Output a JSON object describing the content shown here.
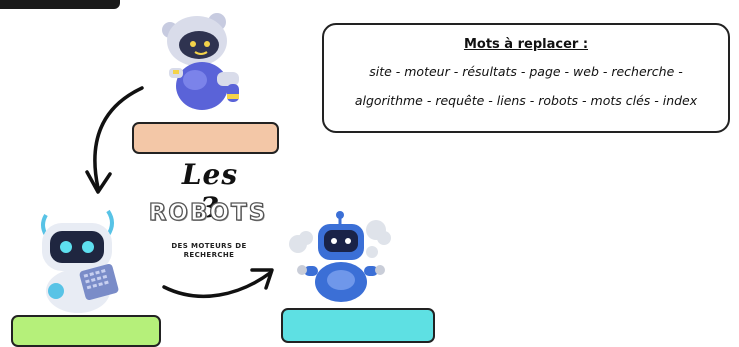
{
  "words_box": {
    "title": "Mots à replacer :",
    "line1": "site - moteur - résultats - page - web - recherche -",
    "line2": "algorithme - requête - liens - robots - mots clés - index"
  },
  "title": {
    "les": "Les 3",
    "robots": "ROBOTS",
    "sub_line1": "DES MOTEURS DE",
    "sub_line2": "RECHERCHE"
  },
  "answer_boxes": [
    {
      "color": "#f3c7a7"
    },
    {
      "color": "#b5f07a"
    },
    {
      "color": "#5ee0e3"
    }
  ],
  "icons": [
    "robot-top",
    "robot-bottom-left",
    "robot-bottom-right",
    "arrow-down-left",
    "arrow-right"
  ]
}
